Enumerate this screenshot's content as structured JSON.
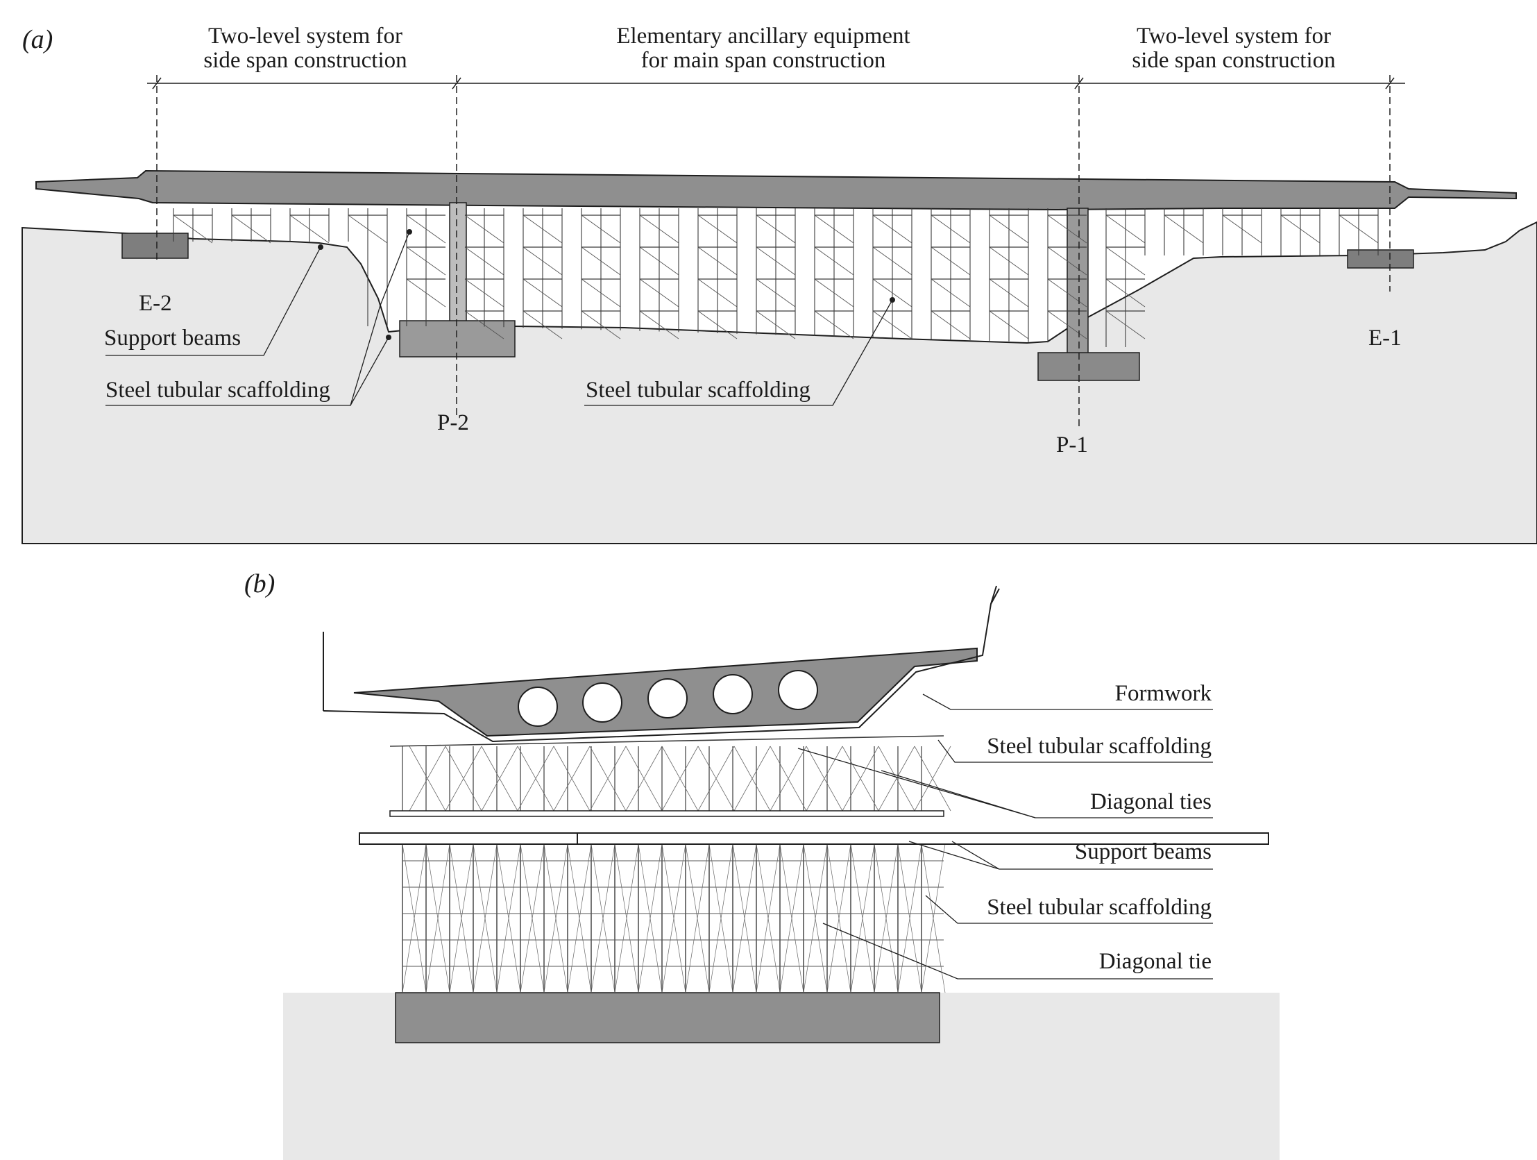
{
  "panel_a": {
    "letter": "(a)",
    "header_left_line1": "Two-level system for",
    "header_left_line2": "side span construction",
    "header_mid_line1": "Elementary ancillary equipment",
    "header_mid_line2": "for main span construction",
    "header_right_line1": "Two-level system for",
    "header_right_line2": "side span construction",
    "label_e2": "E-2",
    "label_e1": "E-1",
    "label_p2": "P-2",
    "label_p1": "P-1",
    "callout_support_beams": "Support beams",
    "callout_scaffolding_left": "Steel tubular scaffolding",
    "callout_scaffolding_main": "Steel tubular scaffolding"
  },
  "panel_b": {
    "letter": "(b)",
    "callout_formwork": "Formwork",
    "callout_scaffolding_upper": "Steel tubular scaffolding",
    "callout_diagonal_ties": "Diagonal ties",
    "callout_support_beams": "Support beams",
    "callout_scaffolding_lower": "Steel tubular scaffolding",
    "callout_diagonal_tie": "Diagonal tie"
  },
  "colors": {
    "ground": "#e8e8e8",
    "deck": "#8f8f8f",
    "foundation": "#7e7e7e",
    "line": "#1e1e1e"
  }
}
